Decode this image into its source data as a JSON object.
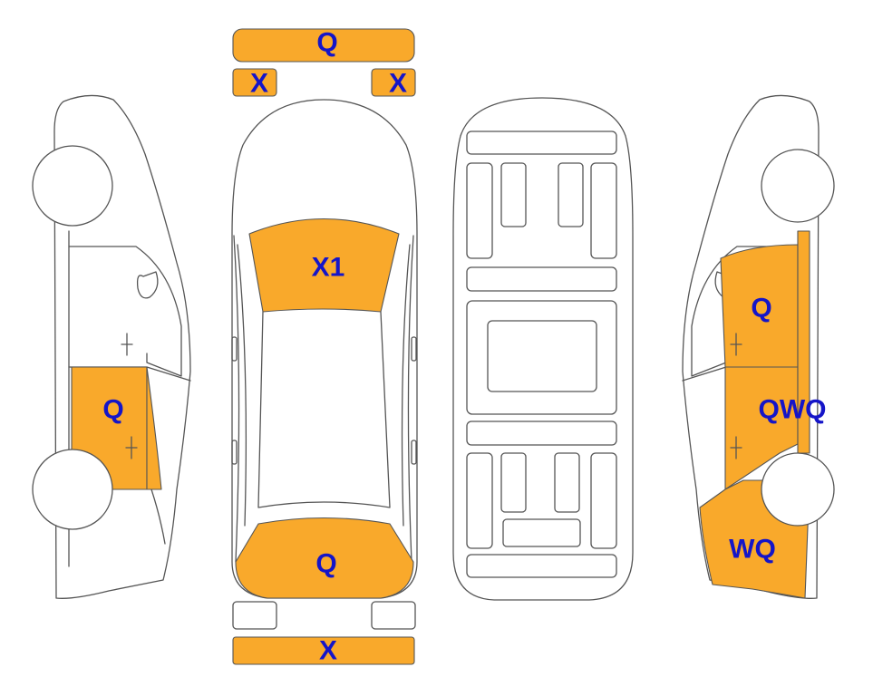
{
  "colors": {
    "highlight": "#F9A92B",
    "label": "#1515C8",
    "outline": "#555555"
  },
  "labels": {
    "front_bumper": "Q",
    "headlight_left": "X",
    "headlight_right": "X",
    "windshield": "X1",
    "rear_window": "Q",
    "rear_bumper": "X",
    "left_rear_door": "Q",
    "right_front_door": "Q",
    "right_rear_door": "QWQ",
    "right_rear_quarter": "WQ"
  }
}
